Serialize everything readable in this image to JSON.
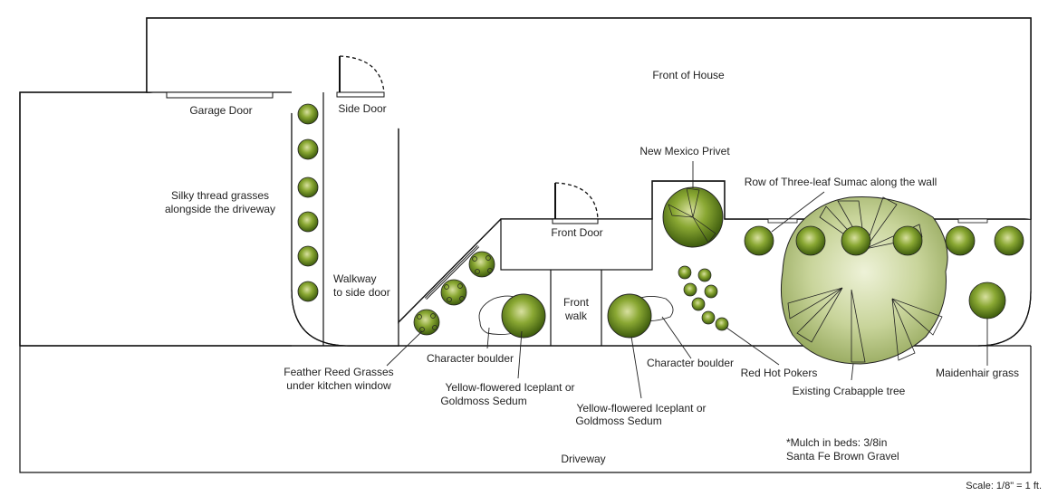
{
  "labels": {
    "front_of_house": "Front of House",
    "garage_door": "Garage Door",
    "side_door": "Side Door",
    "silky_1": "Silky thread grasses",
    "silky_2": "alongside the driveway",
    "walkway_1": "Walkway",
    "walkway_2": "to side door",
    "nm_privet": "New Mexico Privet",
    "sumac": "Row of Three-leaf Sumac along the wall",
    "front_door": "Front Door",
    "front_walk_1": "Front",
    "front_walk_2": "walk",
    "feather_1": "Feather Reed Grasses",
    "feather_2": "under kitchen window",
    "boulder_left": "Character boulder",
    "iceplant_left_1": "Yellow-flowered Iceplant or",
    "iceplant_left_2": "Goldmoss Sedum",
    "boulder_right": "Character boulder",
    "iceplant_right_1": "Yellow-flowered Iceplant or",
    "iceplant_right_2": "Goldmoss Sedum",
    "red_hot": "Red Hot Pokers",
    "crabapple": "Existing Crabapple tree",
    "maidenhair": "Maidenhair grass",
    "mulch_1": "*Mulch in beds: 3/8in",
    "mulch_2": "Santa Fe Brown Gravel",
    "driveway": "Driveway",
    "scale": "Scale: 1/8\" = 1 ft."
  },
  "colors": {
    "plant_dark": "#3c5a0c",
    "plant_mid": "#8aa833",
    "plant_light": "#d8e0a0",
    "crabapple_fill": "#c8d49a",
    "outline": "#111111"
  },
  "icons": {
    "shrub": "round-shrub-icon",
    "tree": "crabapple-tree-icon",
    "grass": "grass-clump-icon",
    "door_swing": "door-swing-icon",
    "boulder": "boulder-icon"
  }
}
